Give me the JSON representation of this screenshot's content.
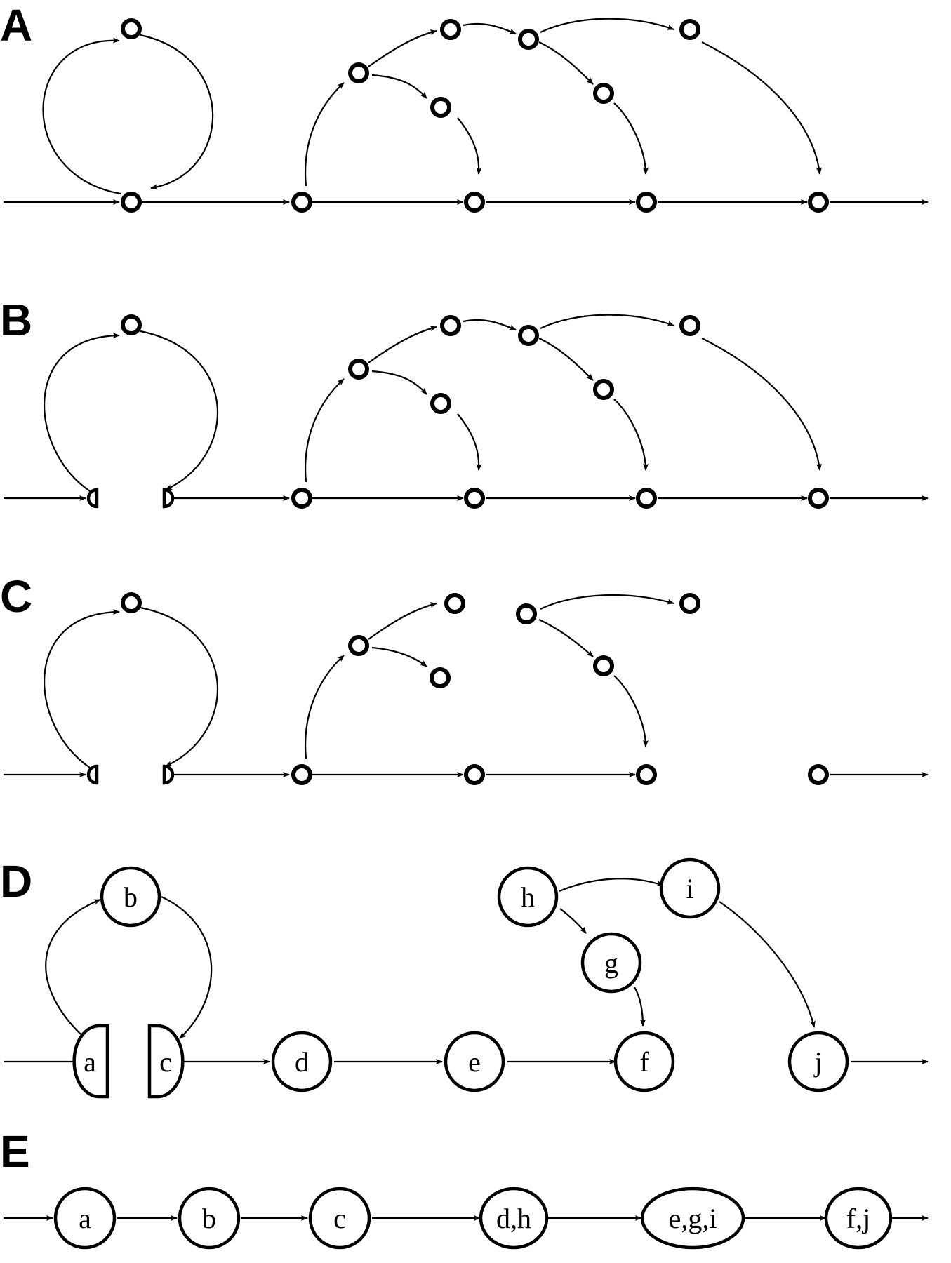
{
  "panels": {
    "A": "A",
    "B": "B",
    "C": "C",
    "D": "D",
    "E": "E"
  },
  "panel_d_nodes": {
    "a": "a",
    "b": "b",
    "c": "c",
    "d": "d",
    "e": "e",
    "f": "f",
    "g": "g",
    "h": "h",
    "i": "i",
    "j": "j"
  },
  "panel_e_nodes": {
    "n1": "a",
    "n2": "b",
    "n3": "c",
    "n4": "d,h",
    "n5": "e,g,i",
    "n6": "f,j"
  }
}
